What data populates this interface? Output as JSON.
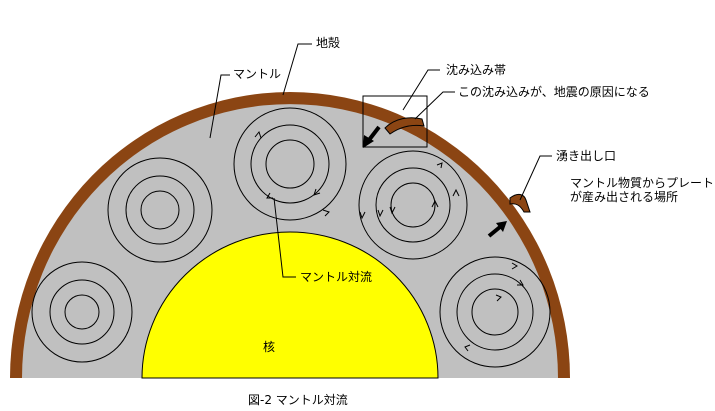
{
  "labels": {
    "crust": "地殻",
    "mantle": "マントル",
    "subduction_zone": "沈み込み帯",
    "subduction_note": "この沈み込みが、地震の原因になる",
    "upwelling": "湧き出し口",
    "plate_note_line1": "マントル物質からプレート",
    "plate_note_line2": "が産み出される場所",
    "convection": "マントル対流",
    "core": "核",
    "caption": "図-2 マントル対流"
  },
  "colors": {
    "crust": "#8b4513",
    "mantle": "#c0c0c0",
    "core": "#ffff00",
    "line": "#000000"
  }
}
